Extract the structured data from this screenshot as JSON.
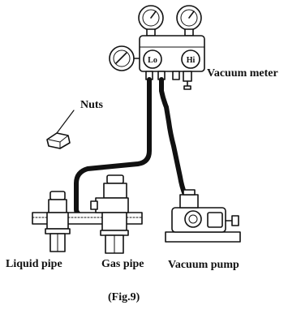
{
  "labels": {
    "vacuum_meter": "Vacuum meter",
    "nuts": "Nuts",
    "liquid_pipe": "Liquid pipe",
    "gas_pipe": "Gas pipe",
    "vacuum_pump": "Vacuum pump",
    "figure": "(Fig.9)"
  },
  "gauges": {
    "low_side": "Lo",
    "high_side": "Hi"
  },
  "colors": {
    "ink": "#111111",
    "background": "#ffffff"
  }
}
